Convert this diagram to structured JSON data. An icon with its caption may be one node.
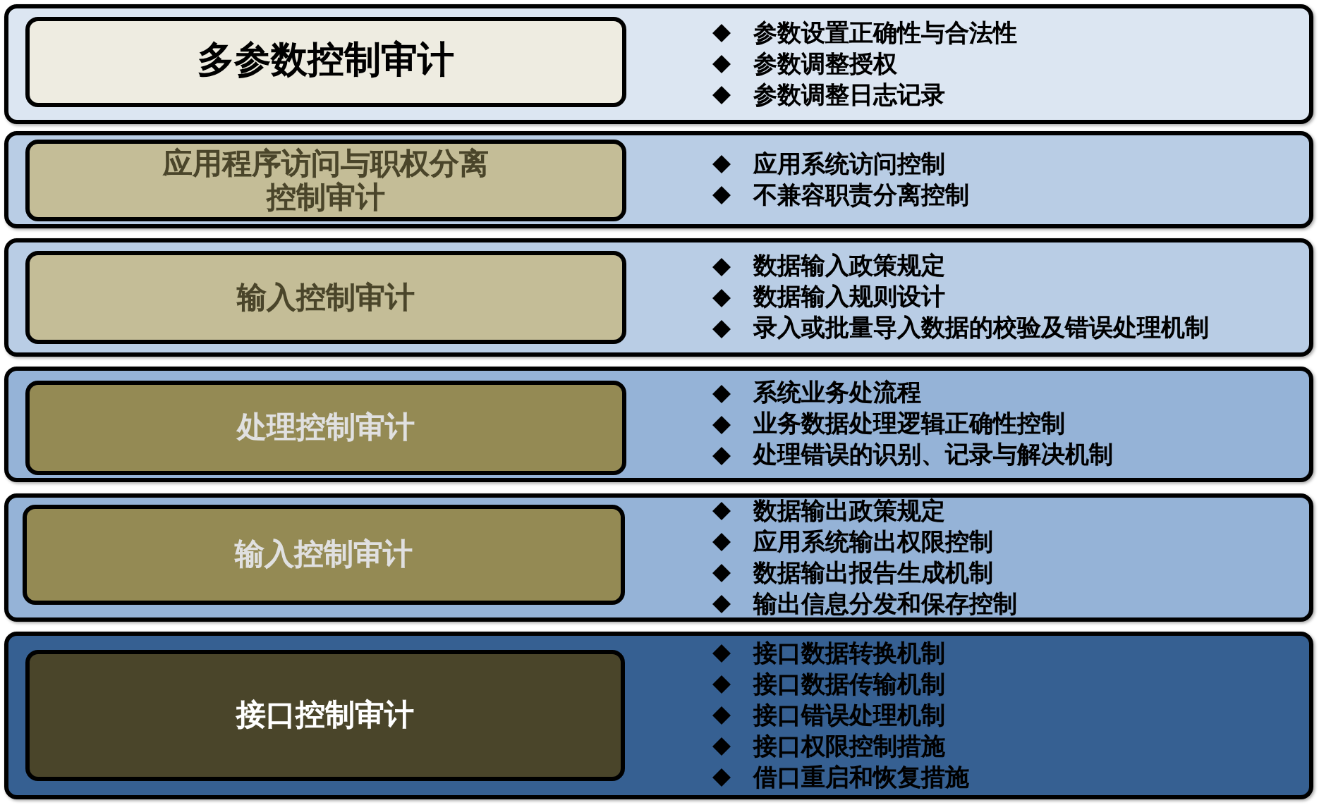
{
  "diagram": {
    "nodes": [
      {
        "text": [
          "参数设置正确性与合法性",
          "参数调整授权",
          "参数调整日志记录"
        ]
      },
      {
        "text": [
          "多参数控制审计"
        ],
        "in": 0
      },
      {
        "text": [
          "应用系统访问控制",
          "不兼容职责分离控制"
        ]
      },
      {
        "text": [
          "应用程序访问与职权分离控制审计"
        ],
        "in": 2
      },
      {
        "text": [
          "数据输入政策规定",
          "数据输入规则设计",
          "录入或批量导入数据的校验及错误处理机制"
        ]
      },
      {
        "text": [
          "输入控制审计"
        ],
        "in": 4
      },
      {
        "text": [
          "系统业务处流程",
          "业务数据处理逻辑正确性控制",
          "处理错误的识别、记录与解决机制"
        ]
      },
      {
        "text": [
          "处理控制审计"
        ],
        "in": 6
      },
      {
        "text": [
          "数据输出政策规定",
          "应用系统输出权限控制",
          "数据输出报告生成机制",
          "输出信息分发和保存控制"
        ]
      },
      {
        "text": [
          "输入控制审计"
        ],
        "in": 8
      },
      {
        "text": [
          "接口数据转换机制",
          "接口数据传输机制",
          "接口错误处理机制",
          "接口权限控制措施",
          "借口重启和恢复措施"
        ]
      },
      {
        "text": [
          "接口控制审计"
        ],
        "in": 10
      }
    ]
  }
}
